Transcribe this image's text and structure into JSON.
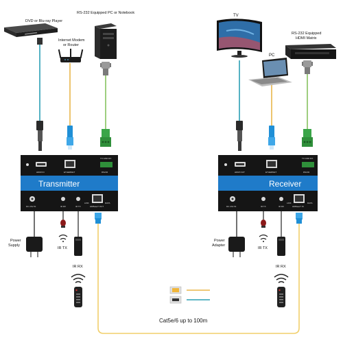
{
  "labels": {
    "dvd": "DVD or Blu-ray Player",
    "pc_notebook": "RS-232 Equipped PC or Notebook",
    "router": "Internet Modem\nor Router",
    "tv": "TV",
    "pc": "PC",
    "matrix": "RS-232 Equipped\nHDMI Matrix",
    "power_supply": "Power\nSupply",
    "power_adapter": "Power\nAdapter",
    "ir_tx_left": "IR TX",
    "ir_rx_left": "IR RX",
    "ir_tx_right": "IR TX",
    "ir_rx_right": "IR RX",
    "cable_caption": "Cat5e/6 up to 100m"
  },
  "transmitter": {
    "banner": "Transmitter",
    "port_hdmi_in": "HDMI IN",
    "port_ethernet": "ETHERNET",
    "port_rs232": "RS232",
    "port_txgndrx": "TX GND RX",
    "port_dc": "DC 24V IN",
    "port_ir_rx": "IR RX",
    "port_ir_tx": "IR TX",
    "port_link": "LINK",
    "port_hdbaset": "HDBaseT OUT",
    "port_data": "DATA"
  },
  "receiver": {
    "banner": "Receiver",
    "port_hdmi_out": "HDMI OUT",
    "port_ethernet": "ETHERNET",
    "port_rs232": "RS232",
    "port_txgndrx": "TX GND RX",
    "port_dc": "DC 24V IN",
    "port_ir_tx": "IR TX",
    "port_ir_rx": "IR RX",
    "port_link": "LINK",
    "port_hdbaset": "HDBaseT IN",
    "port_data": "DATA"
  },
  "colors": {
    "hdmi_cable": "#2a9fb4",
    "ethernet_cable": "#e8b54a",
    "rs232_cable": "#86c25e",
    "cat_cable": "#f1cf6a",
    "banner": "#1f7bc9",
    "device": "#151515"
  }
}
